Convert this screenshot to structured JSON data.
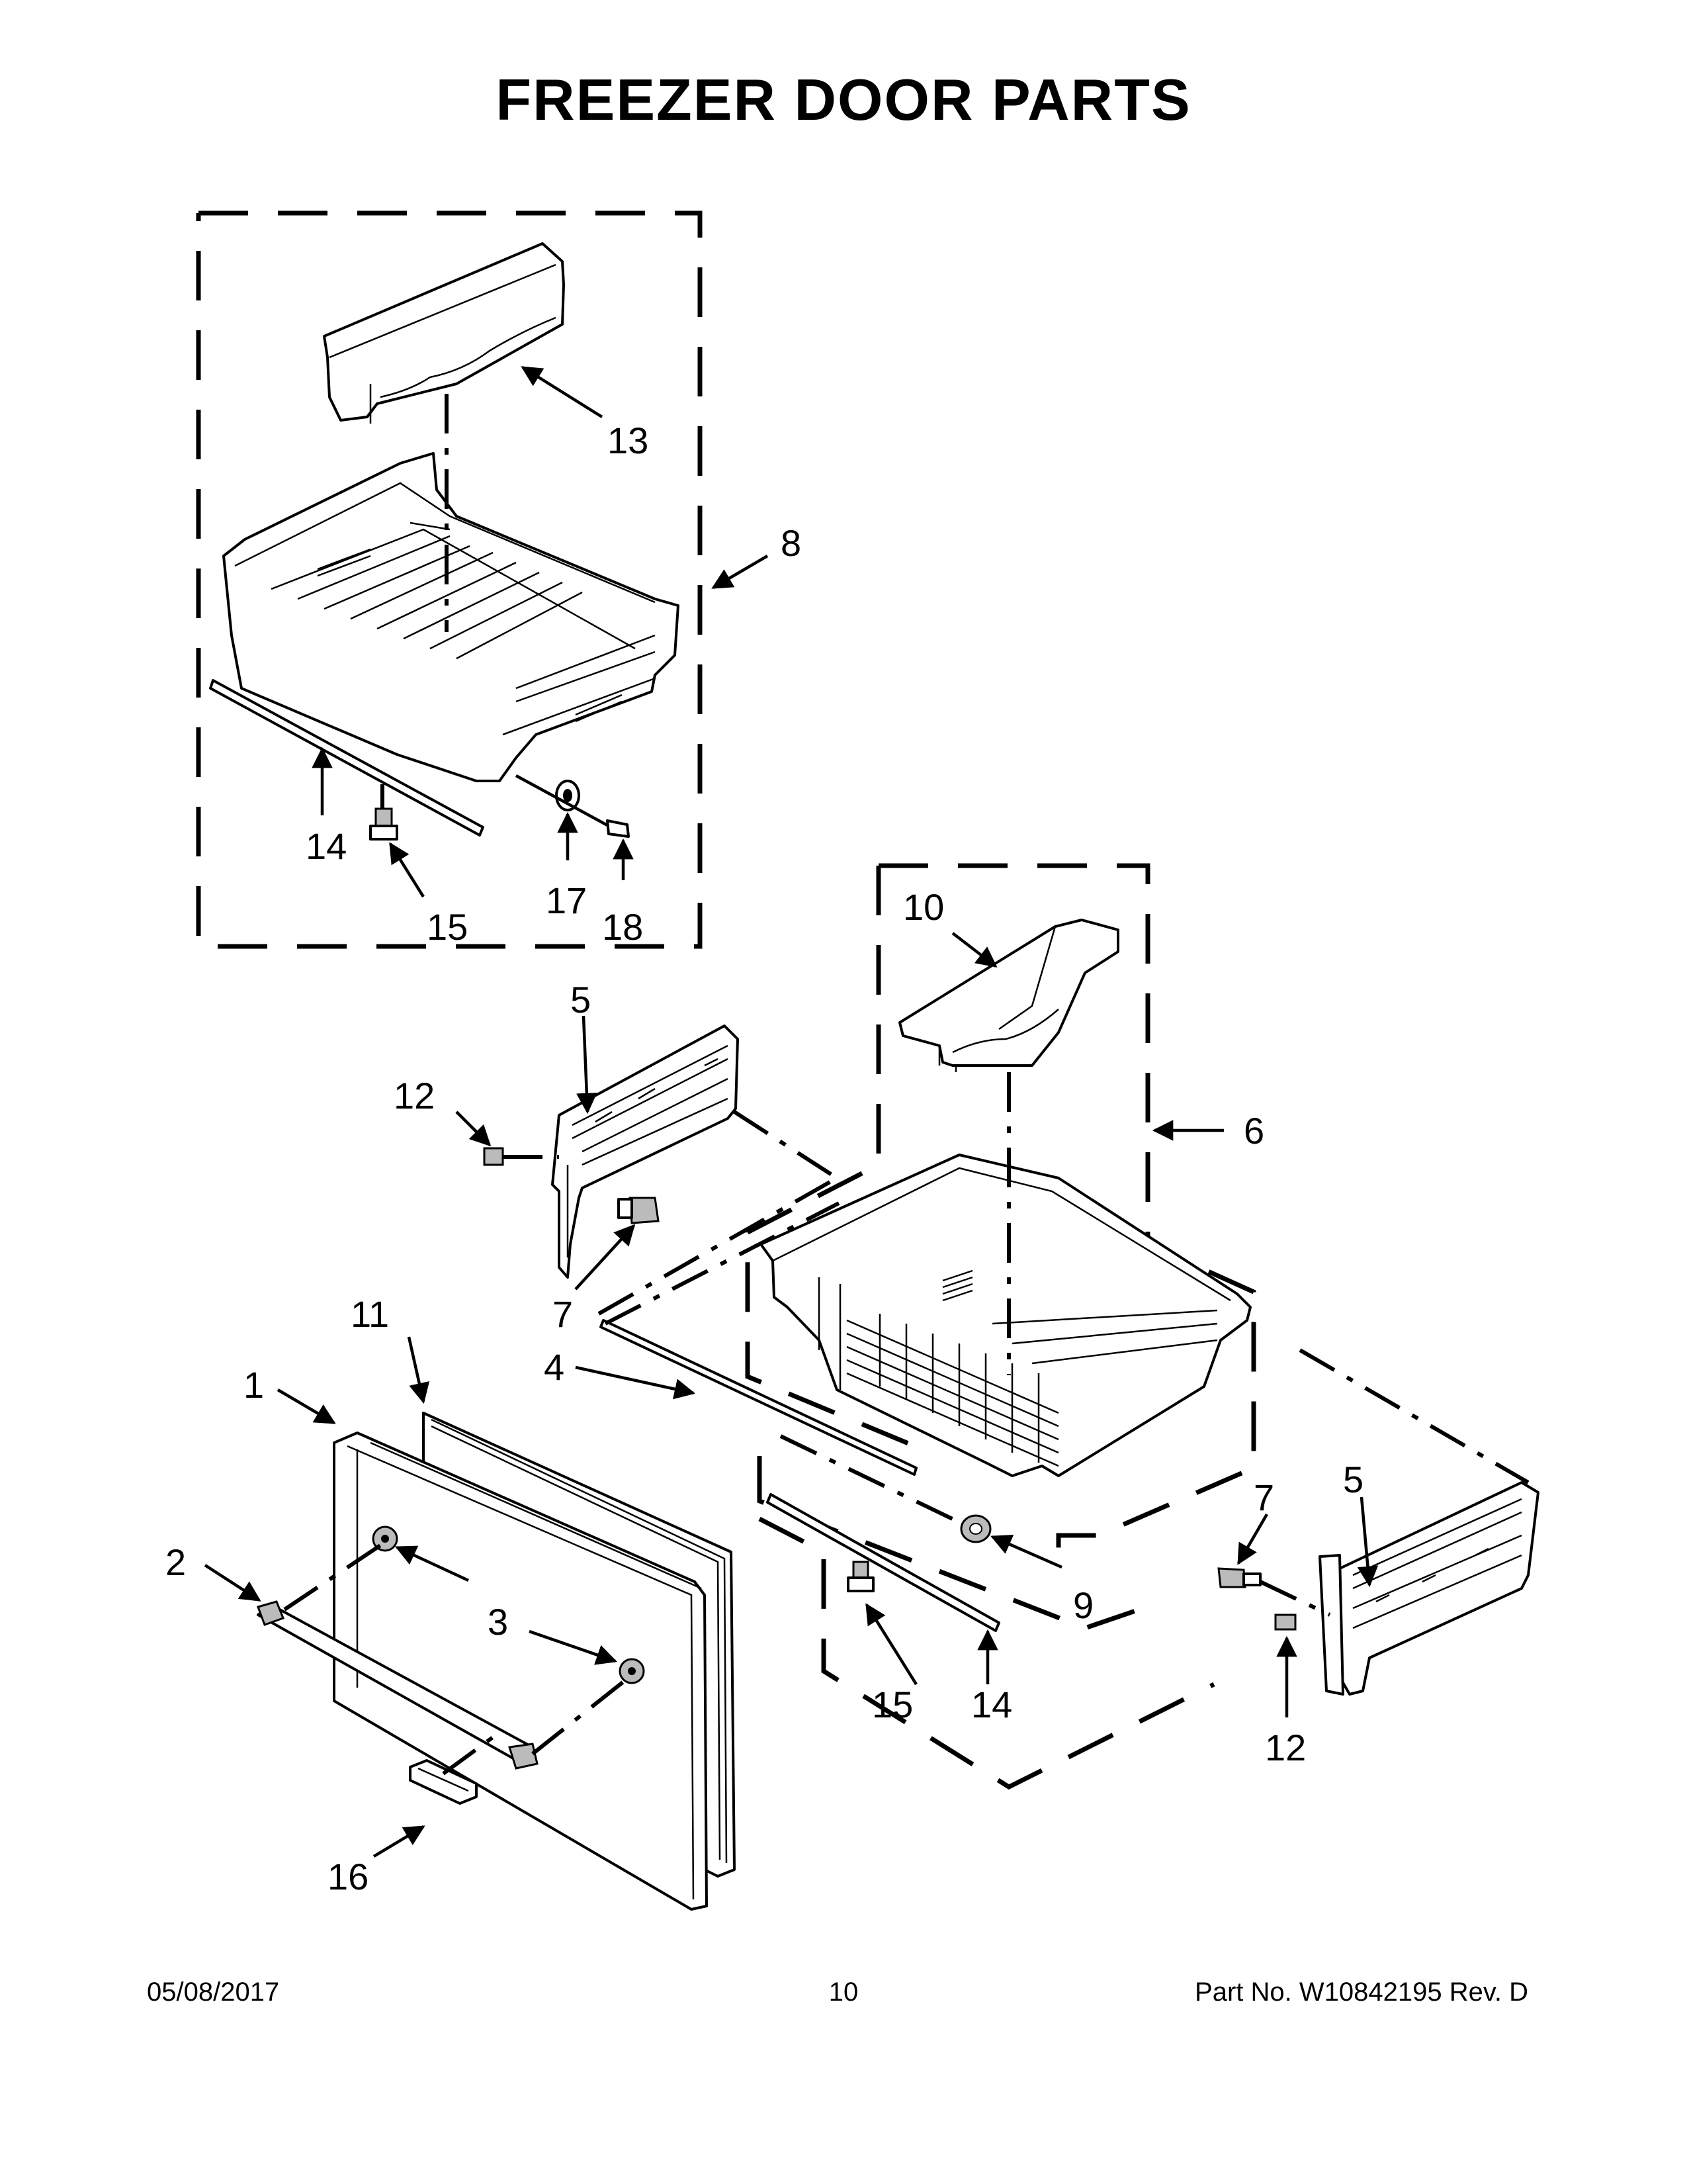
{
  "title": "FREEZER DOOR PARTS",
  "callouts": [
    "1",
    "2",
    "3",
    "4",
    "5",
    "5",
    "6",
    "7",
    "7",
    "8",
    "9",
    "10",
    "11",
    "12",
    "12",
    "13",
    "14",
    "14",
    "15",
    "15",
    "16",
    "17",
    "18"
  ],
  "footer": {
    "date": "05/08/2017",
    "page": "10",
    "part_no": "Part No.  W10842195  Rev.  D"
  }
}
